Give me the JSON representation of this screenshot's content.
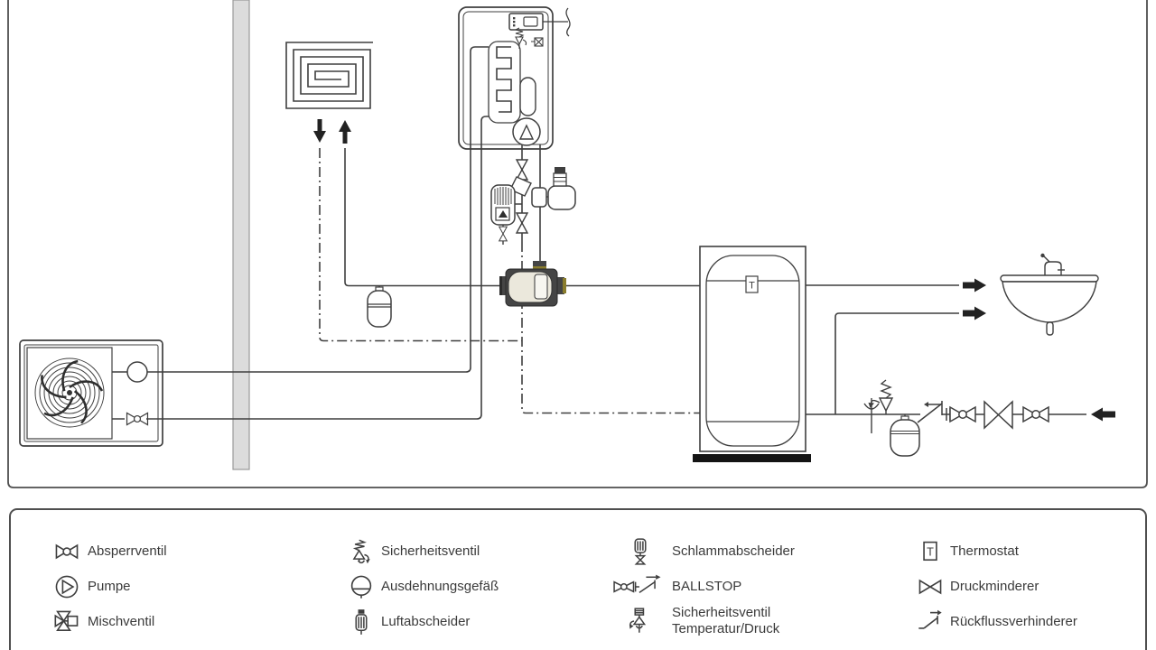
{
  "colors": {
    "line": "#3f3f3f",
    "frame": "#4f4f4f",
    "wall_fill": "#dcdcdc",
    "wall_stroke": "#9a9a9a",
    "arrow_fill": "#222222",
    "tank_base": "#141414",
    "controller_body": "#454545",
    "controller_face": "#ebe8dc",
    "controller_accent": "#8a7d2e",
    "background": "#ffffff"
  },
  "diagram": {
    "thermostat_label": "T",
    "components": [
      "heat-pump-outdoor-unit",
      "fan",
      "wall",
      "underfloor-heating-coil",
      "flow-down-arrow",
      "flow-up-arrow",
      "indoor-unit",
      "control-panel",
      "heat-exchanger",
      "circulation-pump",
      "shutoff-valves",
      "strainer",
      "dirt-separator",
      "automatic-air-vent",
      "pump-controller",
      "expansion-vessel-heating",
      "storage-tank",
      "thermostat",
      "tank-base",
      "washbasin",
      "faucet",
      "hot-water-arrow",
      "cold-water-arrow",
      "safety-valve-group",
      "drain-tundish",
      "expansion-vessel-dhw",
      "check-valve",
      "pressure-reducer",
      "water-inlet-arrow"
    ]
  },
  "legend": {
    "thermostat_letter": "T",
    "items": [
      {
        "icon": "shutoff-valve-icon",
        "label": "Absperrventil"
      },
      {
        "icon": "pump-icon",
        "label": "Pumpe"
      },
      {
        "icon": "mixing-valve-icon",
        "label": "Mischventil"
      },
      {
        "icon": "safety-valve-icon",
        "label": "Sicherheitsventil"
      },
      {
        "icon": "expansion-vessel-icon",
        "label": "Ausdehnungsgefäß"
      },
      {
        "icon": "air-separator-icon",
        "label": "Luftabscheider"
      },
      {
        "icon": "mud-separator-icon",
        "label": "Schlammabscheider"
      },
      {
        "icon": "ballstop-icon",
        "label": "BALLSTOP"
      },
      {
        "icon": "safety-valve-temp-pressure-icon",
        "label": "Sicherheitsventil",
        "label2": "Temperatur/Druck"
      },
      {
        "icon": "thermostat-icon",
        "label": "Thermostat"
      },
      {
        "icon": "pressure-reducer-icon",
        "label": "Druckminderer"
      },
      {
        "icon": "check-valve-icon",
        "label": "Rückflussverhinderer"
      }
    ]
  }
}
